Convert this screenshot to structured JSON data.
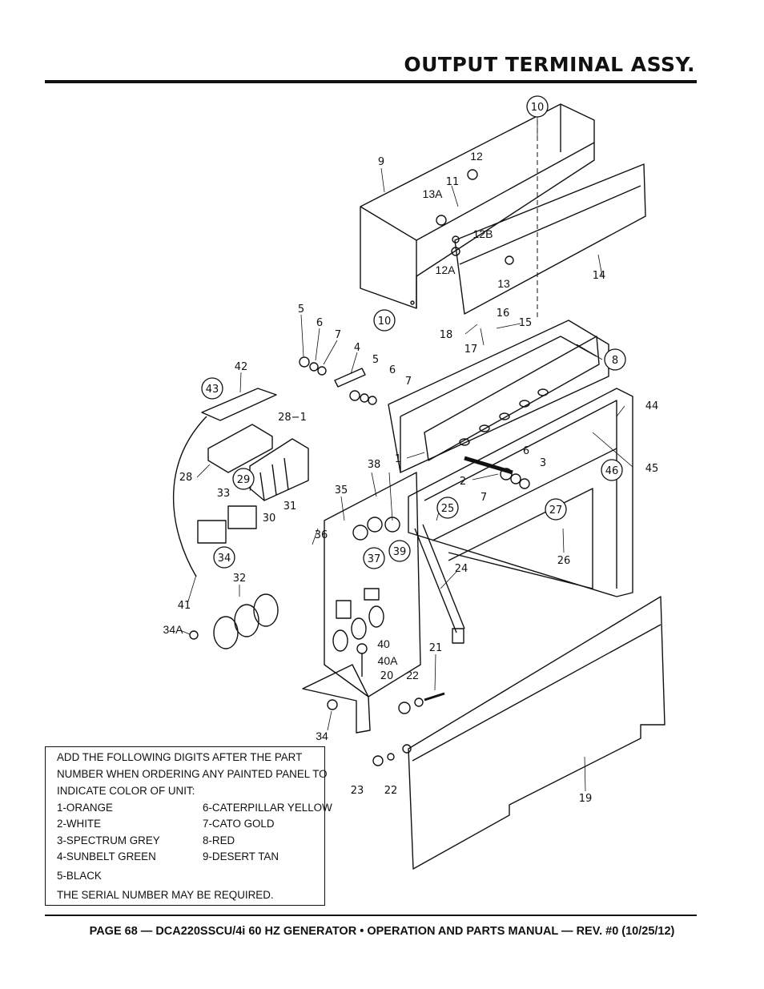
{
  "header": {
    "title": "OUTPUT TERMINAL ASSY."
  },
  "footer": {
    "text": "PAGE 68 — DCA220SSCU/4i 60 HZ GENERATOR • OPERATION AND PARTS MANUAL — REV. #0 (10/25/12)"
  },
  "note": {
    "intro": [
      "ADD THE FOLLOWING DIGITS AFTER THE PART",
      "NUMBER WHEN ORDERING ANY PAINTED PANEL TO",
      "INDICATE COLOR OF UNIT:"
    ],
    "colors": [
      [
        "1-ORANGE",
        "6-CATERPILLAR YELLOW"
      ],
      [
        "2-WHITE",
        "7-CATO GOLD"
      ],
      [
        "3-SPECTRUM GREY",
        "8-RED"
      ],
      [
        "4-SUNBELT GREEN",
        "9-DESERT TAN"
      ]
    ],
    "last_color": "5-BLACK",
    "serial": "THE SERIAL NUMBER MAY BE REQUIRED."
  },
  "callouts": {
    "c10_top": "10",
    "c9": "9",
    "c12": "12",
    "c11": "11",
    "c13a": "13A",
    "c12b": "12B",
    "c12a": "12A",
    "c13": "13",
    "c14": "14",
    "c10_mid": "10",
    "c16": "16",
    "c15": "15",
    "c18": "18",
    "c17": "17",
    "c8": "8",
    "c5a": "5",
    "c6a": "6",
    "c7a": "7",
    "c4": "4",
    "c5b": "5",
    "c6b": "6",
    "c7b": "7",
    "c42": "42",
    "c43": "43",
    "c28_1": "28−1",
    "c44": "44",
    "c1": "1",
    "c28": "28",
    "c29": "29",
    "c38": "38",
    "c6c": "6",
    "c3": "3",
    "c46": "46",
    "c45": "45",
    "c2": "2",
    "c33": "33",
    "c35": "35",
    "c25": "25",
    "c7c": "7",
    "c27": "27",
    "c31": "31",
    "c30": "30",
    "c36": "36",
    "c37": "37",
    "c39": "39",
    "c34": "34",
    "c26": "26",
    "c24": "24",
    "c32": "32",
    "c41": "41",
    "c34a": "34A",
    "c40": "40",
    "c40a": "40A",
    "c21": "21",
    "c20": "20",
    "c22a": "22",
    "c34b": "34",
    "c23": "23",
    "c22b": "22",
    "c19": "19"
  }
}
